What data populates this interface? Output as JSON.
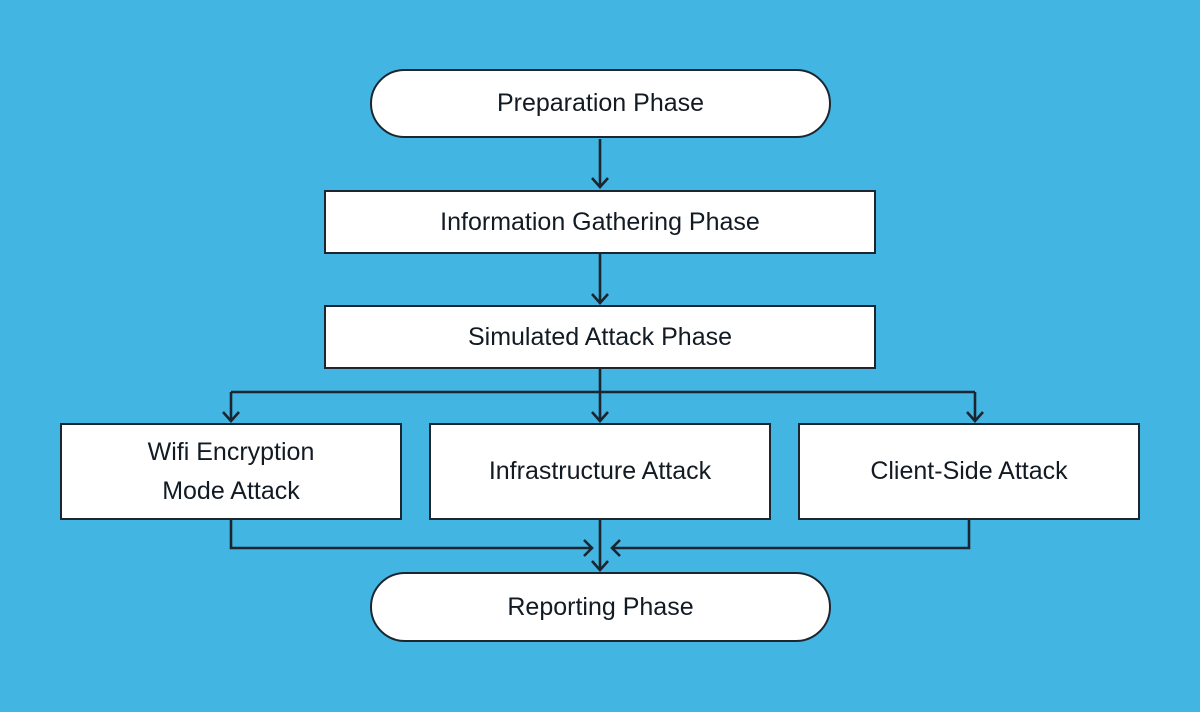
{
  "diagram": {
    "type": "flowchart",
    "direction": "top-down",
    "colors": {
      "background": "#42b5e2",
      "node_fill": "#ffffff",
      "line": "#1b2530",
      "text": "#121a23"
    },
    "nodes": {
      "preparation": {
        "label": "Preparation Phase",
        "shape": "stadium"
      },
      "information_gathering": {
        "label": "Information Gathering Phase",
        "shape": "rectangle"
      },
      "simulated_attack": {
        "label": "Simulated Attack Phase",
        "shape": "rectangle"
      },
      "wifi_encryption_mode": {
        "label": "Wifi Encryption\nMode Attack",
        "shape": "rectangle"
      },
      "infrastructure": {
        "label": "Infrastructure Attack",
        "shape": "rectangle"
      },
      "client_side": {
        "label": "Client-Side Attack",
        "shape": "rectangle"
      },
      "reporting": {
        "label": "Reporting Phase",
        "shape": "stadium"
      }
    },
    "edges": [
      {
        "from": "preparation",
        "to": "information_gathering"
      },
      {
        "from": "information_gathering",
        "to": "simulated_attack"
      },
      {
        "from": "simulated_attack",
        "to": "wifi_encryption_mode"
      },
      {
        "from": "simulated_attack",
        "to": "infrastructure"
      },
      {
        "from": "simulated_attack",
        "to": "client_side"
      },
      {
        "from": "wifi_encryption_mode",
        "to": "reporting"
      },
      {
        "from": "infrastructure",
        "to": "reporting"
      },
      {
        "from": "client_side",
        "to": "reporting"
      }
    ]
  }
}
